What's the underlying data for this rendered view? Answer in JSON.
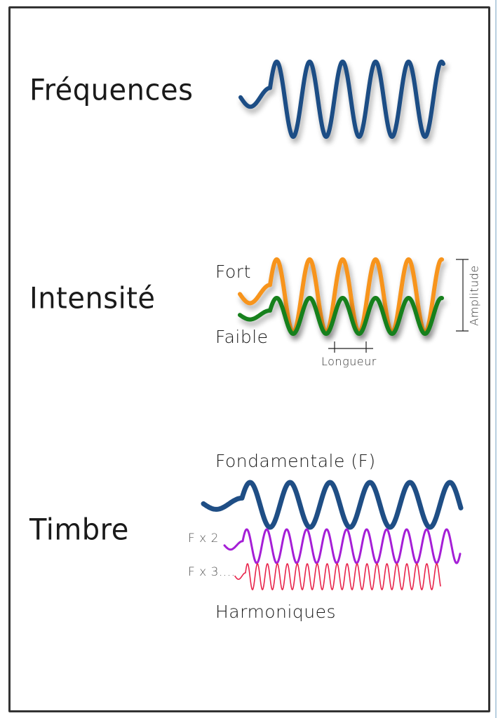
{
  "sections": {
    "frequences": {
      "title": "Fréquences"
    },
    "intensite": {
      "title": "Intensité",
      "strong_label": "Fort",
      "weak_label": "Faible",
      "length_label": "Longueur",
      "amplitude_label": "Amplitude"
    },
    "timbre": {
      "title": "Timbre",
      "fundamental_label": "Fondamentale (F)",
      "harmonic2_label": "F x 2",
      "harmonic3_label": "F x 3....",
      "harmonics_label": "Harmoniques"
    }
  },
  "colors": {
    "frequency_wave": "#1f4e85",
    "strong_wave": "#f7941d",
    "weak_wave": "#17801f",
    "fundamental_wave": "#1f4e85",
    "harmonic2_wave": "#a51fd6",
    "harmonic3_wave": "#e8234a"
  }
}
